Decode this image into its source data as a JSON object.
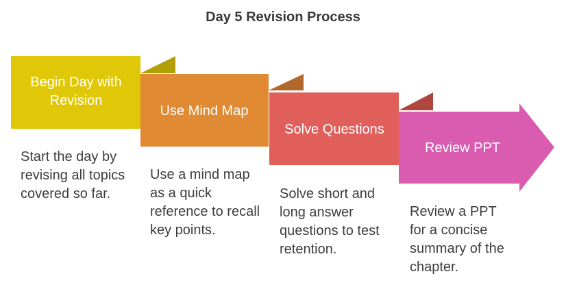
{
  "title": "Day 5 Revision Process",
  "colors": {
    "step1": "#e0c808",
    "step1_fold": "#b29e06",
    "step2": "#e08a34",
    "step2_fold": "#b0692a",
    "step3": "#e05f5b",
    "step3_fold": "#b0473f",
    "step4": "#d95cb0",
    "title_text": "#3a3a3a",
    "body_text": "#3d3d3d"
  },
  "steps": [
    {
      "label": "Begin Day with Revision",
      "description": "Start the day by revising all topics covered so far."
    },
    {
      "label": "Use Mind Map",
      "description": "Use a mind map as a quick reference to recall key points."
    },
    {
      "label": "Solve Questions",
      "description": "Solve short and long answer questions to test retention."
    },
    {
      "label": "Review PPT",
      "description": "Review a PPT for a concise summary of the chapter."
    }
  ]
}
